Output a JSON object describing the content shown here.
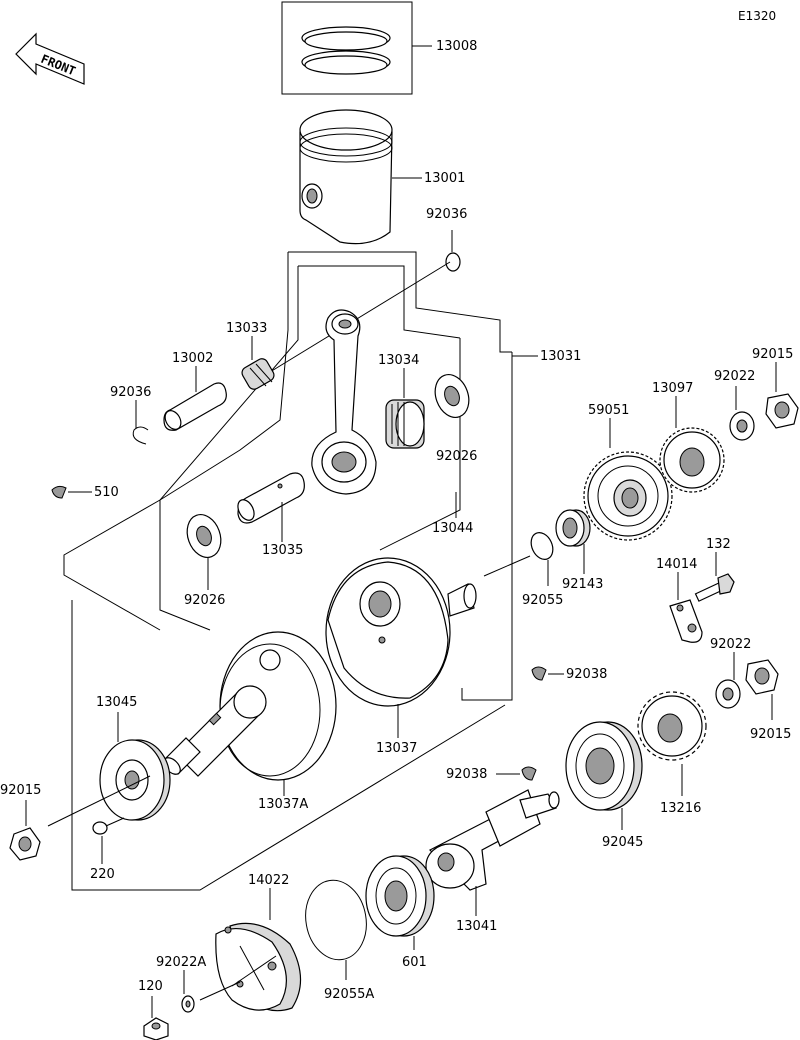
{
  "diagram_code": "E1320",
  "front_label": "FRONT",
  "labels": {
    "p13008": "13008",
    "p13001": "13001",
    "p92036a": "92036",
    "p13033": "13033",
    "p13002": "13002",
    "p92036b": "92036",
    "p13034": "13034",
    "p13031": "13031",
    "p92026a": "92026",
    "p510": "510",
    "p13044": "13044",
    "p13035": "13035",
    "p92026b": "92026",
    "p92055": "92055",
    "p92143": "92143",
    "p59051": "59051",
    "p13097": "13097",
    "p92022a": "92022",
    "p92015a": "92015",
    "p132": "132",
    "p14014": "14014",
    "p92022b": "92022",
    "p92015b": "92015",
    "p92038a": "92038",
    "p13037": "13037",
    "p13045": "13045",
    "p92015c": "92015",
    "p220": "220",
    "p13037a": "13037A",
    "p92038b": "92038",
    "p92045": "92045",
    "p13216": "13216",
    "p14022": "14022",
    "p13041": "13041",
    "p601": "601",
    "p92022a_small": "92022A",
    "p120": "120",
    "p92055a": "92055A"
  }
}
